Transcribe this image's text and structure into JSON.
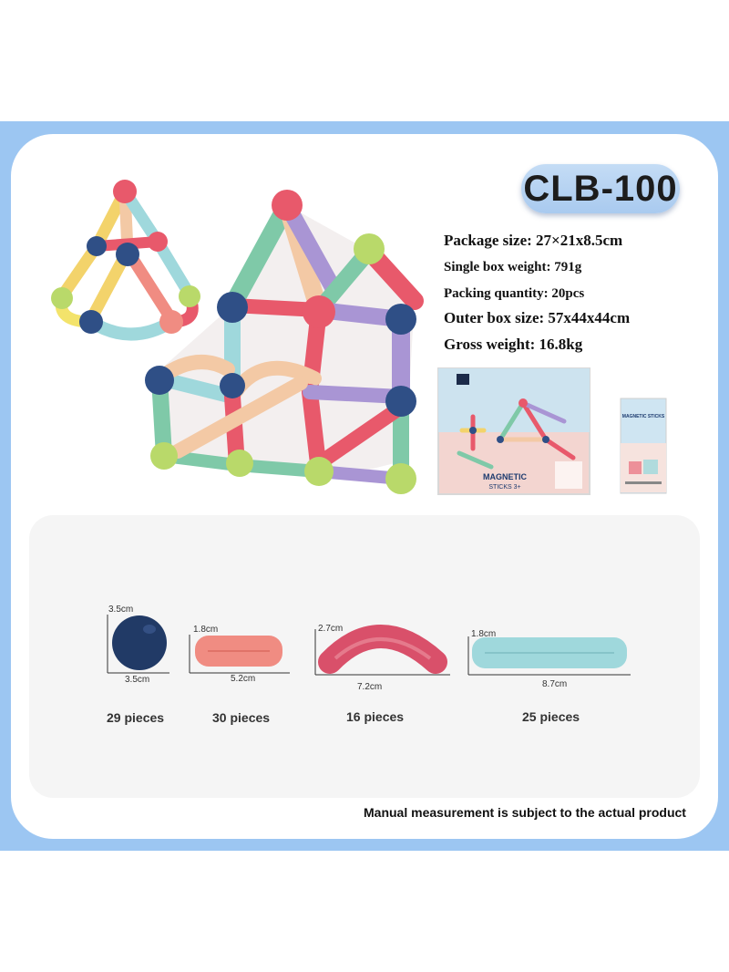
{
  "model": "CLB-100",
  "specs": [
    {
      "text": "Package size: 27×21x8.5cm"
    },
    {
      "text": "Single box weight: 791g"
    },
    {
      "text": "Packing quantity: 20pcs"
    },
    {
      "text": "Outer box size: 57x44x44cm"
    },
    {
      "text": "Gross weight: 16.8kg"
    }
  ],
  "box": {
    "brand": "MAGNETIC",
    "sub": "STICKS 3+"
  },
  "leaflet": {
    "title": "MAGNETIC STICKS"
  },
  "pieces": [
    {
      "dim_a": "3.5cm",
      "dim_b": "3.5cm",
      "count": "29 pieces",
      "color": "#213a66"
    },
    {
      "dim_a": "1.8cm",
      "dim_b": "5.2cm",
      "count": "30 pieces",
      "color": "#f08c82"
    },
    {
      "dim_a": "2.7cm",
      "dim_b": "7.2cm",
      "count": "16 pieces",
      "color": "#d9506a"
    },
    {
      "dim_a": "1.8cm",
      "dim_b": "8.7cm",
      "count": "25 pieces",
      "color": "#9fd8dc"
    }
  ],
  "note": "Manual measurement is subject to the actual product",
  "colors": {
    "band": "#9cc6f2",
    "badge": "#b5d2f1",
    "panel": "#f5f5f5"
  }
}
